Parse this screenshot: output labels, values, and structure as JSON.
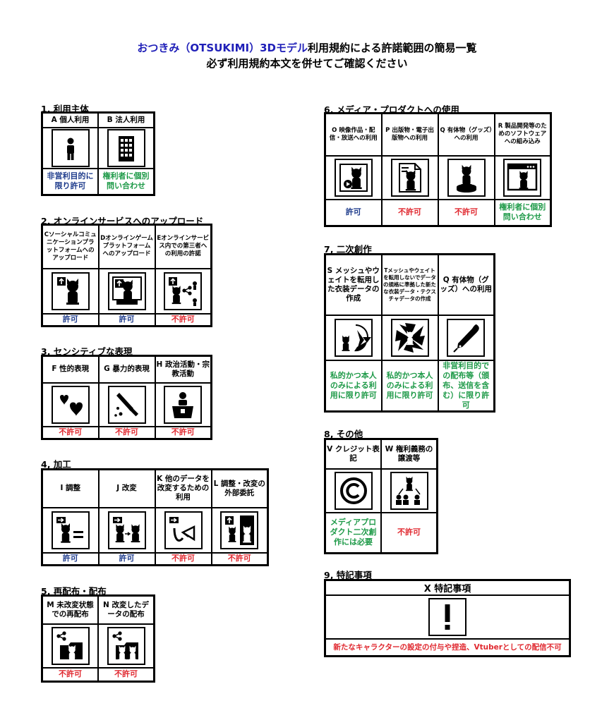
{
  "title": {
    "line1_blue": "おつきみ（OTSUKIMI）3Dモデル",
    "line1_rest": "利用規約による許諾範囲の簡易一覧",
    "line2": "必ず利用規約本文を併せてご確認ください"
  },
  "sections": {
    "s1": {
      "title": "1, 利用主体",
      "items": [
        {
          "label": "A  個人利用",
          "icon": "person-icon",
          "status": "非営利目的に限り許可"
        },
        {
          "label": "B  法人利用",
          "icon": "building-icon",
          "status": "権利者に個別問い合わせ"
        }
      ]
    },
    "s2": {
      "title": "2, オンラインサービスへのアップロード",
      "items": [
        {
          "label": "Cソーシャルコミュニケーションプラットフォームへのアップロード",
          "icon": "upload-cat-icon",
          "status": "許可"
        },
        {
          "label": "Dオンラインゲームプラットフォームへのアップロード",
          "icon": "upload-monitor-icon",
          "status": "許可"
        },
        {
          "label": "Eオンラインサービス内での第三者への利用の許諾",
          "icon": "upload-share-icon",
          "status": "不許可"
        }
      ]
    },
    "s3": {
      "title": "3, センシティブな表現",
      "items": [
        {
          "label": "F 性的表現",
          "icon": "hearts-icon",
          "status": "不許可"
        },
        {
          "label": "G 暴力的表現",
          "icon": "knife-icon",
          "status": "不許可"
        },
        {
          "label": "H 政治活動・宗教活動",
          "icon": "podium-icon",
          "status": "不許可"
        }
      ]
    },
    "s4": {
      "title": "4, 加工",
      "items": [
        {
          "label": "I 調整",
          "icon": "adjust-icon",
          "status": "許可"
        },
        {
          "label": "J 改変",
          "icon": "modify-icon",
          "status": "許可"
        },
        {
          "label": "K 他のデータを改変するための利用",
          "icon": "ribbon-icon",
          "status": "不許可"
        },
        {
          "label": "L 調整・改変の外部委託",
          "icon": "outsource-icon",
          "status": "不許可"
        }
      ]
    },
    "s5": {
      "title": "5, 再配布・配布",
      "items": [
        {
          "label": "M 未改変状態での再配布",
          "icon": "share-folder-icon",
          "status": "不許可"
        },
        {
          "label": "N 改変したデータの配布",
          "icon": "share-modified-icon",
          "status": "不許可"
        }
      ]
    },
    "s6": {
      "title": "6, メディア・プロダクトへの使用",
      "items": [
        {
          "label": "O 映像作品・配信・放送への利用",
          "icon": "video-cat-icon",
          "status": "許可"
        },
        {
          "label": "P 出版物・電子出版物への利用",
          "icon": "document-cat-icon",
          "status": "不許可"
        },
        {
          "label": "Q 有体物（グッズ）への利用",
          "icon": "figure-cat-icon",
          "status": "不許可"
        },
        {
          "label": "R 製品開発等のためのソフトウェアへの組み込み",
          "icon": "software-cat-icon",
          "status": "権利者に個別問い合わせ"
        }
      ]
    },
    "s7": {
      "title": "7, 二次創作",
      "items": [
        {
          "label": "S メッシュやウェイトを転用した衣装データの作成",
          "icon": "recycle-cat-icon",
          "status": "私的かつ本人のみによる利用に限り許可"
        },
        {
          "label": "Tメッシュやウェイトを転用しないでデータの規格に準拠した新たな衣装データ・テクスチャデータの作成",
          "icon": "burst-icon",
          "status": "私的かつ本人のみによる利用に限り許可"
        },
        {
          "label": "Q 有体物（グッズ）への利用",
          "icon": "pen-icon",
          "status": "非営利目的での配布等（頒布、送信を含む）に限り許可"
        }
      ]
    },
    "s8": {
      "title": "8, その他",
      "items": [
        {
          "label": "V クレジット表記",
          "icon": "copyright-icon",
          "status": "メディアプロダクト二次創作には必要"
        },
        {
          "label": "W 権利義務の譲渡等",
          "icon": "transfer-icon",
          "status": "不許可"
        }
      ]
    },
    "s9": {
      "title": "9, 特記事項",
      "head": "X 特記事項",
      "icon": "exclamation-icon",
      "note": "新たなキャラクターの設定の付与や捏造、Vtuberとしての配信不可"
    }
  },
  "colors": {
    "title_blue": "#1f1fb8",
    "permit": "#1f3c8c",
    "deny": "#e0282f",
    "conditional": "#1e9a48"
  }
}
